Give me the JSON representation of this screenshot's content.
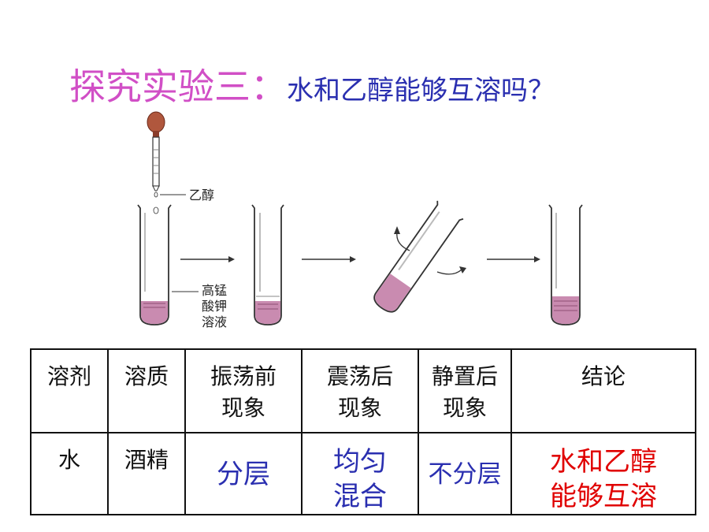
{
  "title": {
    "main": "探究实验三：",
    "sub": "水和乙醇能够互溶吗？"
  },
  "figure": {
    "label_dropper": "乙醇",
    "label_solution_line1": "高锰",
    "label_solution_line2": "酸钾",
    "label_solution_line3": "溶液",
    "liquid_color": "#c98bb0"
  },
  "table": {
    "headers": [
      "溶剂",
      "溶质",
      "振荡前",
      "现象",
      "震荡后",
      "现象",
      "静置后",
      "现象",
      "结论"
    ],
    "row": {
      "solvent": "水",
      "solute": "酒精",
      "before_shake": "分层",
      "after_shake_1": "均匀",
      "after_shake_2": "混合",
      "after_rest": "不分层",
      "conclusion_1": "水和乙醇",
      "conclusion_2": "能够互溶"
    }
  },
  "colors": {
    "title_main": "#d14fc6",
    "title_sub": "#2a2fb0",
    "observation": "#2a2fb0",
    "conclusion": "#e00000"
  }
}
